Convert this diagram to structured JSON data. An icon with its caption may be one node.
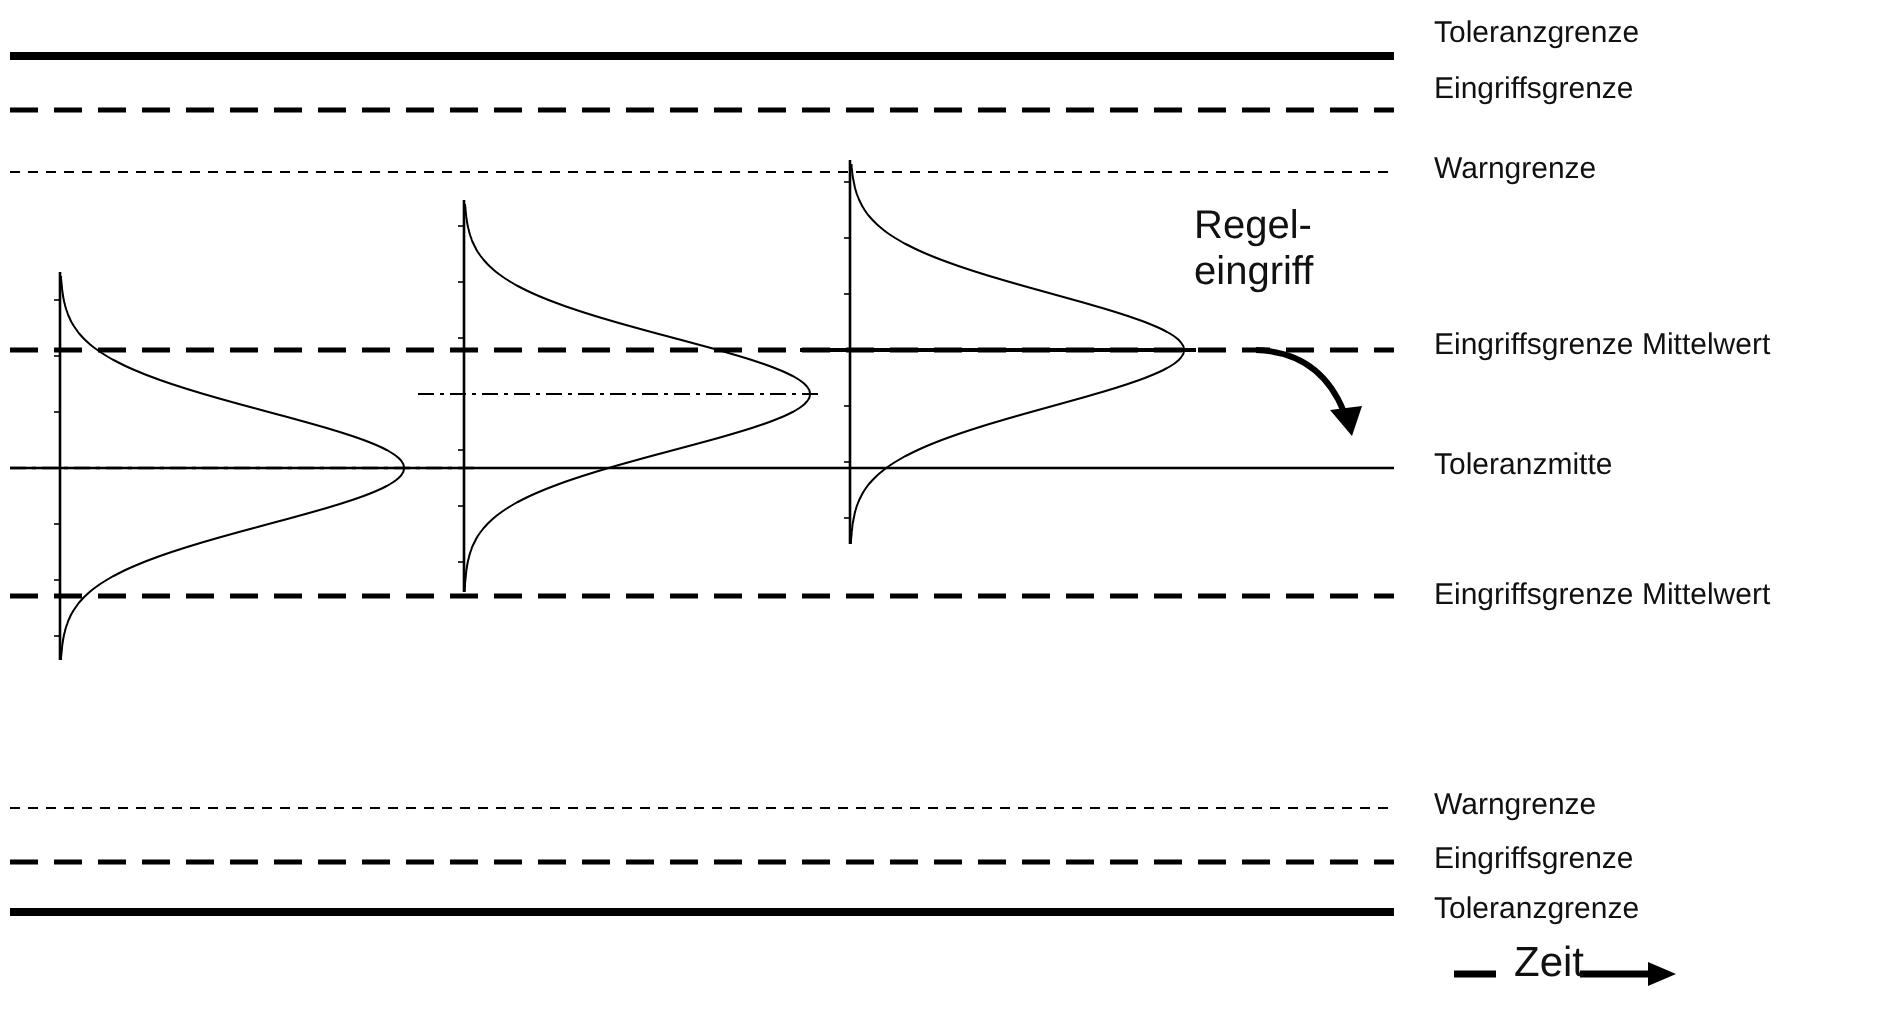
{
  "diagram": {
    "labels": [
      "Toleranzgrenze",
      "Eingriffsgrenze",
      "Warngrenze",
      "Regel- eingriff",
      "Eingriffsgrenze Mittelwert",
      "Toleranzmitte",
      "Eingriffsgrenze Mittelwert",
      "Warngrenze",
      "Eingriffsgrenze",
      "Toleranzgrenze",
      "Zeit"
    ]
  }
}
